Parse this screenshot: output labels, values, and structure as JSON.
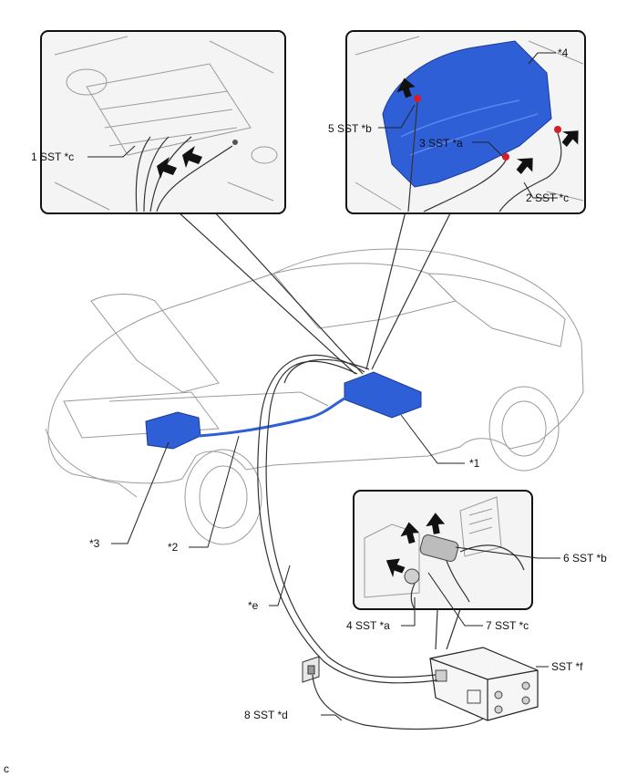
{
  "labels": {
    "l1": "1 SST *c",
    "l2": "2 SST *c",
    "l3": "3 SST *a",
    "l4": "4 SST *a",
    "l5": "5 SST *b",
    "l6": "6 SST *b",
    "l7": "7 SST *c",
    "l8": "8 SST *d",
    "star1": "*1",
    "star2": "*2",
    "star3": "*3",
    "star4": "*4",
    "stare": "*e",
    "sstf": "SST *f",
    "corner": "c"
  },
  "colors": {
    "highlight_blue": "#2f5fd6",
    "arrow": "#111111",
    "bolt_red": "#d21f2a"
  }
}
